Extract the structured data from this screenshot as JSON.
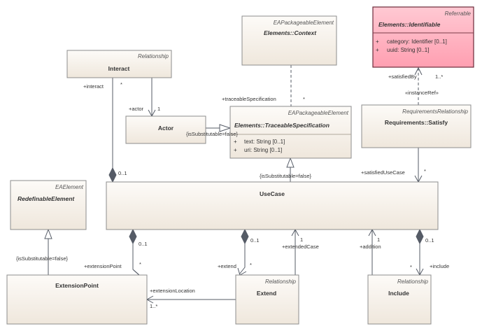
{
  "classes": {
    "referrable": {
      "stereotype": "Referrable",
      "name": "Elements::Identifiable",
      "attr1_vis": "+",
      "attr1": "category: Identifier [0..1]",
      "attr2_vis": "+",
      "attr2": "uuid: String [0..1]"
    },
    "context": {
      "stereotype": "EAPackageableElement",
      "name": "Elements::Context"
    },
    "interact": {
      "stereotype": "Relationship",
      "name": "Interact"
    },
    "actor": {
      "name": "Actor"
    },
    "traceable": {
      "stereotype": "EAPackageableElement",
      "name": "Elements::TraceableSpecification",
      "attr1_vis": "+",
      "attr1": "text: String [0..1]",
      "attr2_vis": "+",
      "attr2": "uri: String [0..1]"
    },
    "satisfy": {
      "stereotype": "RequirementsRelationship",
      "name": "Requirements::Satisfy"
    },
    "redefinable": {
      "stereotype": "EAElement",
      "name": "RedefinableElement"
    },
    "usecase": {
      "name": "UseCase"
    },
    "extensionpoint": {
      "name": "ExtensionPoint"
    },
    "extend": {
      "stereotype": "Relationship",
      "name": "Extend"
    },
    "include": {
      "stereotype": "Relationship",
      "name": "Include"
    }
  },
  "labels": {
    "satisfied_by": "+satisfiedBy",
    "satisfied_by_mult": "1..*",
    "instance_ref": "«instanceRef»",
    "interact_role": "+interact",
    "interact_mult": "*",
    "actor_role": "+actor",
    "actor_mult": "1",
    "traceable_role": "+traceableSpecification",
    "traceable_mult": "*",
    "actor_substitutable": "{isSubstitutable=false}",
    "usecase_substitutable": "{isSubstitutable=false}",
    "satisfied_usecase": "+satisfiedUseCase",
    "satisfied_usecase_mult": "*",
    "usecase_interact_mult": "0..1",
    "redefinable_substitutable": "{isSubstitutable=false}",
    "ep_mult_uc": "0..1",
    "ext_point_role": "+extensionPoint",
    "ext_point_mult": "*",
    "extend_mult_uc": "0..1",
    "extend_role": "+extend",
    "extend_mult": "*",
    "extended_case_mult": "1",
    "extended_case_role": "+extendedCase",
    "addition_mult": "1",
    "addition_role": "+addition",
    "include_mult_uc": "0..1",
    "include_mult": "*",
    "include_role": "+include",
    "ext_location_role": "+extensionLocation",
    "ext_location_mult": "1..*"
  },
  "colors": {
    "class_fill_top": "#fdfbf8",
    "class_fill_bottom": "#efe7dc",
    "highlight_fill_top": "#ffc9d3",
    "highlight_fill_bottom": "#ff9fb1",
    "line": "#555b66"
  }
}
